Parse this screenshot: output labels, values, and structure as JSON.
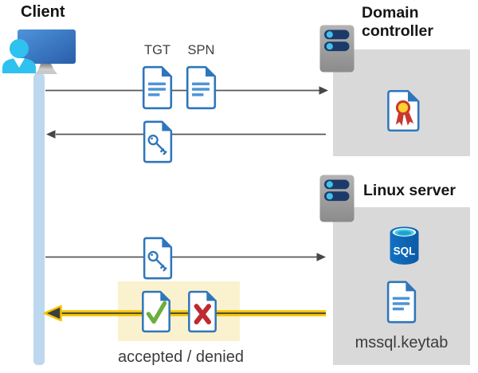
{
  "client": {
    "label": "Client"
  },
  "domain_controller": {
    "label": "Domain controller"
  },
  "linux_server": {
    "label": "Linux server",
    "sql_badge": "SQL",
    "keytab_label": "mssql.keytab"
  },
  "messages": {
    "tgt": "TGT",
    "spn": "SPN",
    "result": "accepted / denied"
  },
  "flows": [
    {
      "from": "client",
      "to": "domain_controller",
      "direction": "right",
      "items": [
        "TGT",
        "SPN"
      ]
    },
    {
      "from": "domain_controller",
      "to": "client",
      "direction": "left",
      "items": [
        "key-ticket-document"
      ]
    },
    {
      "from": "client",
      "to": "linux_server",
      "direction": "right",
      "items": [
        "key-ticket-document"
      ]
    },
    {
      "from": "linux_server",
      "to": "client",
      "direction": "left",
      "items": [
        "accepted-document",
        "denied-document"
      ],
      "highlighted": true
    }
  ],
  "colors": {
    "doc_blue": "#2e76bc",
    "doc_line_blue": "#4e94d6",
    "accept_green": "#6cae3e",
    "deny_red": "#be2a31",
    "highlight_yellow": "#faf2ce",
    "arrow_gold": "#f2c500",
    "arrow_gray": "#585858",
    "box_gray": "#d9d9d9",
    "timeline_blue": "#bdd7ee",
    "sql_blue": "#0e63b2",
    "cyan_accent": "#43c1ea"
  }
}
